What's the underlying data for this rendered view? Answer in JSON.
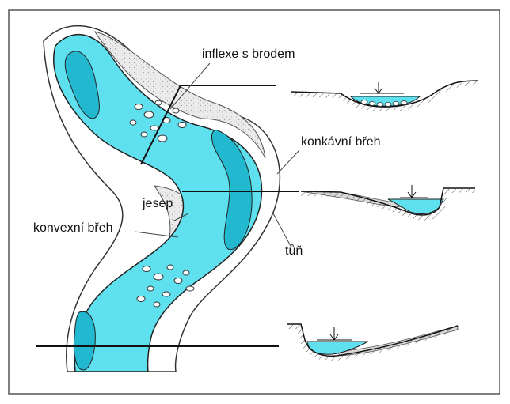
{
  "labels": {
    "riffle": "inflexe s brodem",
    "concave_bank": "konkávní břeh",
    "point_bar": "jesep",
    "convex_bank": "konvexní břeh",
    "pool": "tůň"
  },
  "colors": {
    "water": "#5FE0EE",
    "deep_water": "#22B8CF",
    "bank": "#D9D9D9",
    "border": "#555555"
  }
}
